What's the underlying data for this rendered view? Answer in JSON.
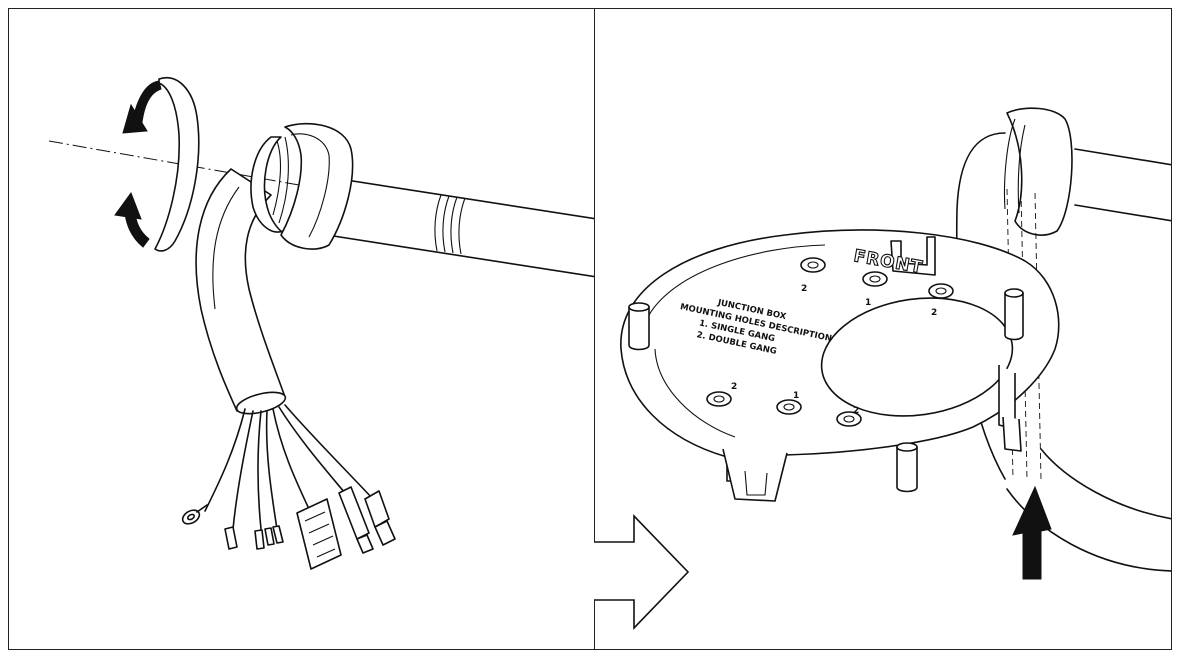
{
  "plate": {
    "front_text": "FRONT",
    "title": "JUNCTION BOX",
    "subtitle": "MOUNTING HOLES DESCRIPTION",
    "item1": "1. SINGLE GANG",
    "item2": "2. DOUBLE GANG",
    "hole_numbers": [
      "2",
      "1",
      "2",
      "2",
      "1",
      "2"
    ]
  },
  "colors": {
    "line": "#111111",
    "background": "#ffffff"
  },
  "icons": [
    "rotate-arrow-icon",
    "next-step-arrow-icon",
    "push-up-arrow-icon"
  ]
}
